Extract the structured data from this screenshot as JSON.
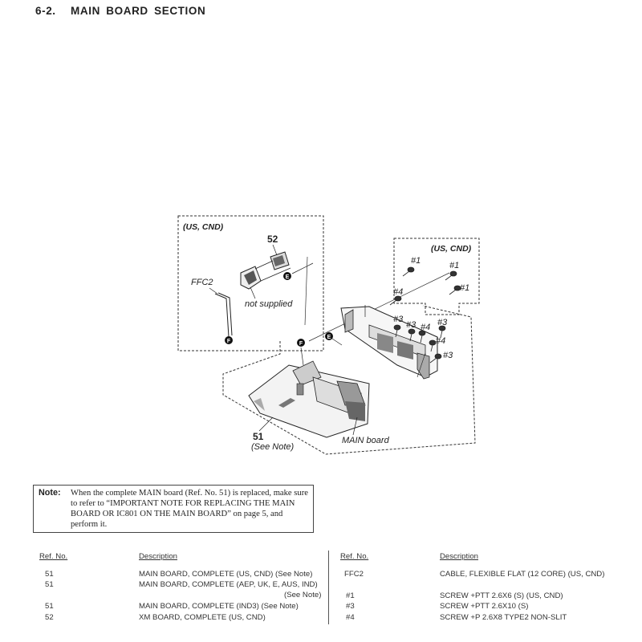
{
  "header": {
    "number": "6-2.",
    "title": "MAIN BOARD SECTION"
  },
  "diagram": {
    "region_left_label": "(US, CND)",
    "region_right_label": "(US, CND)",
    "ref_52": "52",
    "ref_51": "51",
    "see_note": "(See Note)",
    "ffc2": "FFC2",
    "not_supplied": "not supplied",
    "main_board": "MAIN board",
    "connector_e": "E",
    "connector_f": "F",
    "screw_1": "#1",
    "screw_3": "#3",
    "screw_4": "#4"
  },
  "note": {
    "label": "Note:",
    "text": "When the complete MAIN board (Ref. No. 51) is replaced, make sure to refer to “IMPORTANT NOTE FOR REPLACING THE MAIN BOARD OR IC801 ON THE MAIN BOARD” on page 5, and perform it."
  },
  "parts_table": {
    "headers": {
      "ref": "Ref. No.",
      "description": "Description"
    },
    "left": [
      {
        "ref": "51",
        "desc": "MAIN BOARD, COMPLETE (US, CND) (See Note)"
      },
      {
        "ref": "51",
        "desc": "MAIN BOARD, COMPLETE (AEP, UK, E, AUS, IND)",
        "desc2": "(See Note)"
      },
      {
        "ref": "51",
        "desc": "MAIN BOARD, COMPLETE (IND3) (See Note)"
      },
      {
        "ref": "52",
        "desc": "XM BOARD, COMPLETE (US, CND)"
      }
    ],
    "right": [
      {
        "ref": "FFC2",
        "desc": "CABLE, FLEXIBLE FLAT (12 CORE) (US, CND)"
      },
      {
        "ref": "#1",
        "desc": "SCREW +PTT 2.6X6 (S) (US, CND)"
      },
      {
        "ref": "#3",
        "desc": "SCREW +PTT 2.6X10 (S)"
      },
      {
        "ref": "#4",
        "desc": "SCREW +P 2.6X8 TYPE2 NON-SLIT"
      }
    ]
  }
}
